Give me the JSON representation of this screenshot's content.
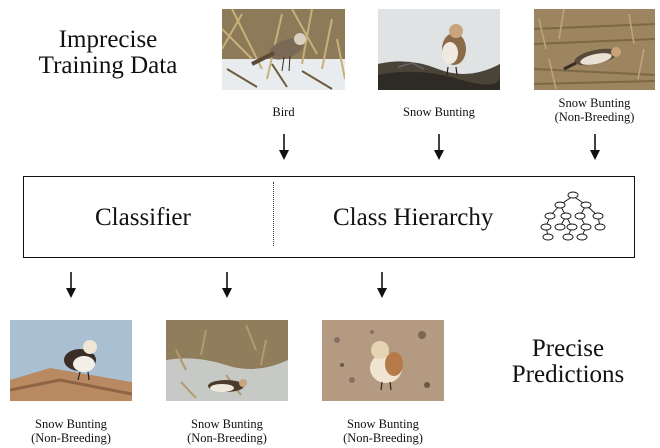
{
  "training": {
    "title_line1": "Imprecise",
    "title_line2": "Training Data",
    "images": [
      {
        "label_line1": "Bird",
        "label_line2": ""
      },
      {
        "label_line1": "Snow Bunting",
        "label_line2": ""
      },
      {
        "label_line1": "Snow Bunting",
        "label_line2": "(Non-Breeding)"
      }
    ]
  },
  "model": {
    "classifier_label": "Classifier",
    "hierarchy_label": "Class Hierarchy",
    "hierarchy_icon": "tree-graph-icon"
  },
  "predictions": {
    "title_line1": "Precise",
    "title_line2": "Predictions",
    "images": [
      {
        "label_line1": "Snow Bunting",
        "label_line2": "(Non-Breeding)"
      },
      {
        "label_line1": "Snow Bunting",
        "label_line2": "(Non-Breeding)"
      },
      {
        "label_line1": "Snow Bunting",
        "label_line2": "(Non-Breeding)"
      }
    ]
  },
  "colors": {
    "line": "#111111",
    "snow": "#e8ecef",
    "grass": "#9c8560",
    "sand": "#b59a82"
  }
}
